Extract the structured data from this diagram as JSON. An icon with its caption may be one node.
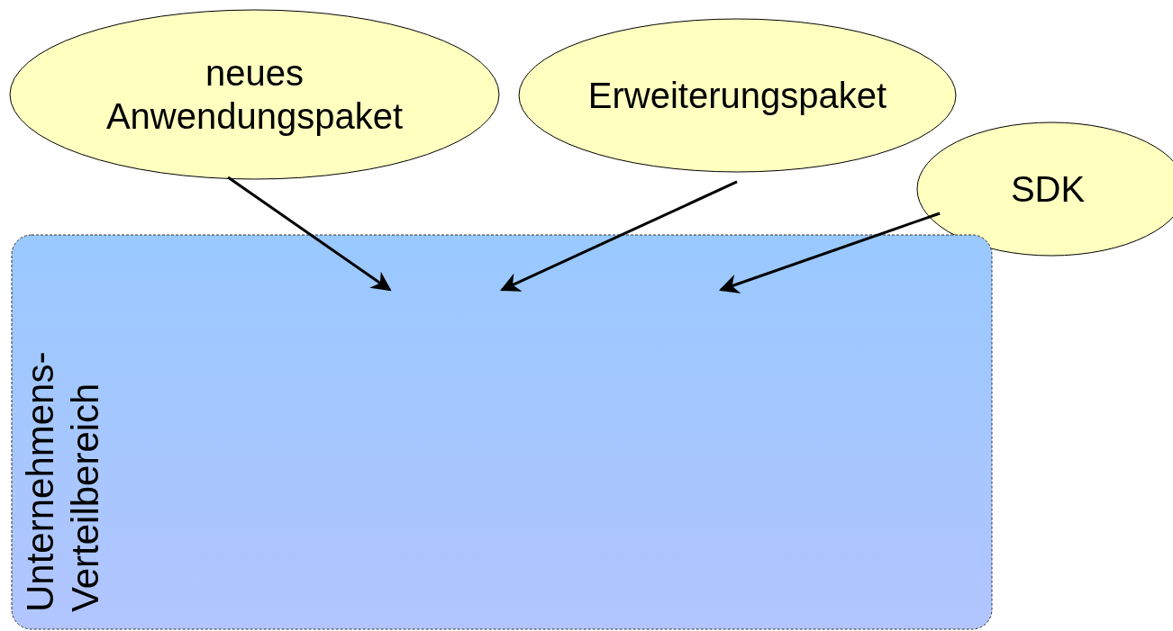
{
  "diagram": {
    "nodes": [
      {
        "text": [
          "neues Anwendungspaket"
        ]
      },
      {
        "text": [
          "Erweiterungspaket"
        ]
      },
      {
        "text": [
          "SDK"
        ]
      },
      {
        "text": [
          "Unternehmens- Verteilbereich"
        ]
      }
    ],
    "edges": [
      {
        "from": 0,
        "to": 3,
        "arrow": "to"
      },
      {
        "from": 1,
        "to": 3,
        "arrow": "to"
      },
      {
        "from": 2,
        "to": 3,
        "arrow": "to"
      }
    ]
  }
}
